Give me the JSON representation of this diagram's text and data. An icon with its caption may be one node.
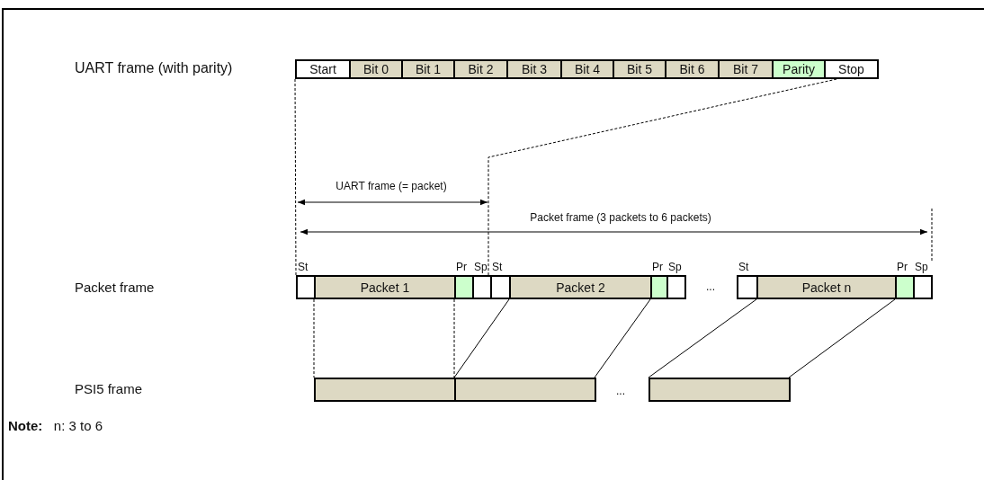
{
  "diagram": {
    "nodes": [
      {
        "text": [
          "Start"
        ]
      },
      {
        "text": [
          "Bit 0"
        ]
      },
      {
        "text": [
          "Bit 1"
        ]
      },
      {
        "text": [
          "Bit 2"
        ]
      },
      {
        "text": [
          "Bit 3"
        ]
      },
      {
        "text": [
          "Bit 4"
        ]
      },
      {
        "text": [
          "Bit 5"
        ]
      },
      {
        "text": [
          "Bit 6"
        ]
      },
      {
        "text": [
          "Bit 7"
        ]
      },
      {
        "text": [
          "Parity"
        ]
      },
      {
        "text": [
          "Stop"
        ]
      },
      {
        "text": [],
        "shape": "box",
        "beside": [
          "St"
        ]
      },
      {
        "text": [
          "Packet 1"
        ]
      },
      {
        "text": [],
        "shape": "box",
        "beside": [
          "Pr"
        ]
      },
      {
        "text": [],
        "shape": "box",
        "beside": [
          "Sp"
        ]
      },
      {
        "text": [],
        "shape": "box",
        "beside": [
          "St"
        ]
      },
      {
        "text": [
          "Packet 2"
        ]
      },
      {
        "text": [],
        "shape": "box",
        "beside": [
          "Pr"
        ]
      },
      {
        "text": [],
        "shape": "box",
        "beside": [
          "Sp"
        ]
      },
      {
        "text": [],
        "shape": "box",
        "beside": [
          "St"
        ]
      },
      {
        "text": [
          "Packet n"
        ]
      },
      {
        "text": [],
        "shape": "box",
        "beside": [
          "Pr"
        ]
      },
      {
        "text": [],
        "shape": "box",
        "beside": [
          "Sp"
        ]
      },
      {
        "text": [],
        "shape": "box"
      },
      {
        "text": [],
        "shape": "box"
      },
      {
        "text": [],
        "shape": "box"
      }
    ],
    "edges": [
      {
        "from": 0,
        "to": 11,
        "arrow": "none",
        "style": "dashed"
      },
      {
        "from": 10,
        "to": 14,
        "arrow": "none",
        "style": "dashed"
      },
      {
        "from": 12,
        "to": 23,
        "arrow": "none",
        "style": "dashed"
      },
      {
        "from": 12,
        "to": 23,
        "arrow": "none",
        "style": "dashed"
      },
      {
        "from": 16,
        "to": 24,
        "arrow": "none"
      },
      {
        "from": 16,
        "to": 24,
        "arrow": "none"
      },
      {
        "from": 20,
        "to": 25,
        "arrow": "none"
      },
      {
        "from": 20,
        "to": 25,
        "arrow": "none"
      }
    ],
    "labels": [
      "UART frame (with parity)",
      "UART frame (= packet)",
      "Packet frame (3 packets to 6 packets)",
      "Packet frame",
      "...",
      "PSI5 frame",
      "...",
      "**Note:**   n: 3 to 6"
    ]
  }
}
